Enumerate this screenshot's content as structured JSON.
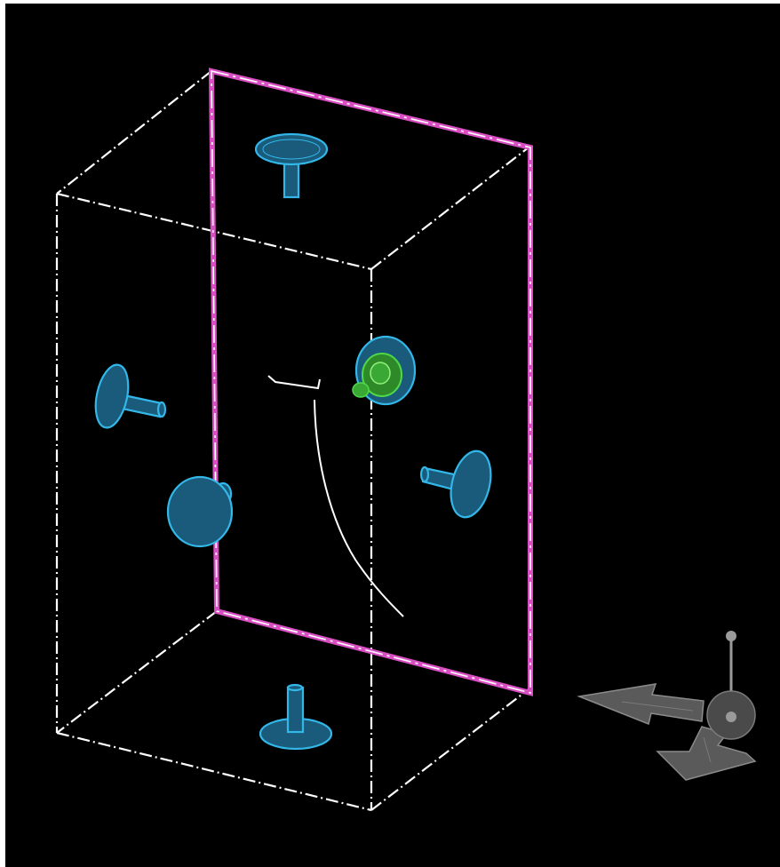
{
  "viewport": {
    "background": "#000000",
    "frame_color": "#ffffff"
  },
  "scene": {
    "wireframe_box": {
      "edge_style": "dash-dot",
      "edge_color": "#ffffff"
    },
    "selected_plane": {
      "color": "#d94fc3",
      "accent_color": "#ffffff"
    },
    "ports": [
      {
        "name": "top",
        "color": "#33b7e8",
        "fill": "#1a5a7a"
      },
      {
        "name": "left",
        "color": "#33b7e8",
        "fill": "#1a5a7a"
      },
      {
        "name": "front-left",
        "color": "#33b7e8",
        "fill": "#1a5a7a"
      },
      {
        "name": "right",
        "color": "#33b7e8",
        "fill": "#1a5a7a"
      },
      {
        "name": "bottom",
        "color": "#33b7e8",
        "fill": "#1a5a7a"
      },
      {
        "name": "back-highlighted",
        "color": "#33b7e8",
        "fill": "#1a5a7a",
        "highlight": "#4fd84a"
      }
    ],
    "sketch_curve": {
      "color": "#ffffff"
    }
  },
  "orientation_gizmo": {
    "color": "#6b6b6b",
    "icons": [
      "x-axis-arrow-icon",
      "y-axis-arrow-icon",
      "z-axis-pole-icon",
      "origin-sphere-icon"
    ]
  }
}
